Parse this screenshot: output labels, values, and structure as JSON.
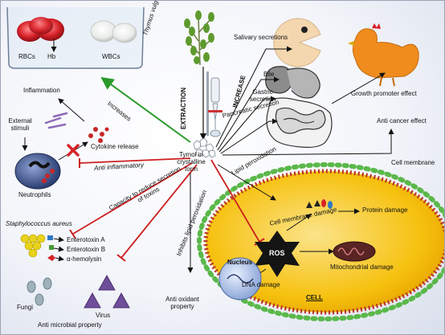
{
  "labels": {
    "rbcs": "RBCs",
    "hb": "Hb",
    "wbcs": "WBCs",
    "thymus": "Thymus vulgaris",
    "extraction": "EXTRACTION",
    "increase": "INCREASE",
    "salivary": "Salivary secretions",
    "bile": "Bile",
    "gastric": "Gastric secretion",
    "pancreatic": "Pancreatic secretion",
    "growth": "Growth promoter effect",
    "anticancer": "Anti cancer effect",
    "increases": "Increases",
    "inflammation": "Inflammation",
    "external_stimuli": "External stimuli",
    "cytokine": "Cytokine release",
    "neutrophils": "Neutrophils",
    "anti_inflammatory": "Anti inflammatory",
    "tymol": "Tymol in crystalline form",
    "lipid_perox": "Lipid peroxidation",
    "cell_membrane": "Cell membrane",
    "capacity": "Capacity to reduce secretion of toxins",
    "staph": "Staphylococcus aureus",
    "enterotoxin_a": "Enterotoxin A",
    "enterotoxin_b": "Enterotoxin B",
    "hemolysin": "α-hemolysin",
    "fungi": "Fungi",
    "virus": "Virus",
    "antimicrobial": "Anti microbial property",
    "inhibits": "Inhibits lipid peroxidation",
    "antioxidant": "Anti oxidant property",
    "membrane_damage": "Cell membrane damage",
    "protein_damage": "Protein damage",
    "ros": "ROS",
    "nucleus": "Nucleus",
    "dna_damage": "DNA damage",
    "mito_damage": "Mitochondrial damage",
    "cell": "CELL"
  },
  "colors": {
    "increase_arrow": "#2a9a2a",
    "inhibit_line": "#cc1f1f",
    "cell_fill": "#f6c10e",
    "cell_inner": "#f7d45a",
    "membrane_red": "#b83228",
    "membrane_green": "#5ab84a",
    "rbc": "#d8232a",
    "hen": "#f08c1e",
    "neutrophil": "#3a4f86",
    "staph": "#e8d21a",
    "virus": "#6e4e9a",
    "fungi": "#9fb2bb"
  },
  "icons": [
    "beaker-icon",
    "rbc-icon",
    "wbc-icon",
    "thyme-plant-icon",
    "extraction-apparatus-icon",
    "pacman-face-icon",
    "digestive-system-icon",
    "hen-icon",
    "neutrophil-icon",
    "x-mark-icon",
    "thymol-crystal-icon",
    "staph-cluster-icon",
    "fungi-icon",
    "virus-icon",
    "ros-star-icon",
    "nucleus-icon",
    "mitochondrion-icon"
  ]
}
